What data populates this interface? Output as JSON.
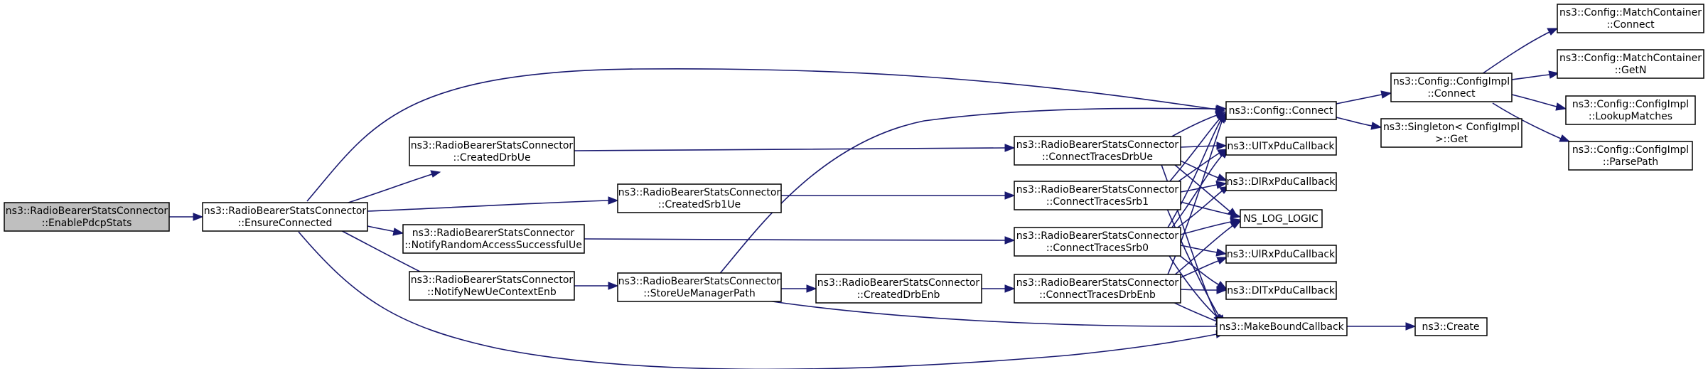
{
  "graph": {
    "nodes": {
      "enable_pdcp_stats": {
        "line1": "ns3::RadioBearerStatsConnector",
        "line2": "::EnablePdcpStats"
      },
      "ensure_connected": {
        "line1": "ns3::RadioBearerStatsConnector",
        "line2": "::EnsureConnected"
      },
      "created_drb_ue": {
        "line1": "ns3::RadioBearerStatsConnector",
        "line2": "::CreatedDrbUe"
      },
      "notify_random_access": {
        "line1": "ns3::RadioBearerStatsConnector",
        "line2": "::NotifyRandomAccessSuccessfulUe"
      },
      "notify_new_ue_context": {
        "line1": "ns3::RadioBearerStatsConnector",
        "line2": "::NotifyNewUeContextEnb"
      },
      "created_srb1_ue": {
        "line1": "ns3::RadioBearerStatsConnector",
        "line2": "::CreatedSrb1Ue"
      },
      "store_ue_manager_path": {
        "line1": "ns3::RadioBearerStatsConnector",
        "line2": "::StoreUeManagerPath"
      },
      "created_drb_enb": {
        "line1": "ns3::RadioBearerStatsConnector",
        "line2": "::CreatedDrbEnb"
      },
      "connect_traces_drb_ue": {
        "line1": "ns3::RadioBearerStatsConnector",
        "line2": "::ConnectTracesDrbUe"
      },
      "connect_traces_srb1": {
        "line1": "ns3::RadioBearerStatsConnector",
        "line2": "::ConnectTracesSrb1"
      },
      "connect_traces_srb0": {
        "line1": "ns3::RadioBearerStatsConnector",
        "line2": "::ConnectTracesSrb0"
      },
      "connect_traces_drb_enb": {
        "line1": "ns3::RadioBearerStatsConnector",
        "line2": "::ConnectTracesDrbEnb"
      },
      "config_connect": {
        "line1": "ns3::Config::Connect"
      },
      "ul_tx_pdu": {
        "line1": "ns3::UlTxPduCallback"
      },
      "dl_rx_pdu": {
        "line1": "ns3::DlRxPduCallback"
      },
      "ns_log_logic": {
        "line1": "NS_LOG_LOGIC"
      },
      "ul_rx_pdu": {
        "line1": "ns3::UlRxPduCallback"
      },
      "dl_tx_pdu": {
        "line1": "ns3::DlTxPduCallback"
      },
      "make_bound_callback": {
        "line1": "ns3::MakeBoundCallback"
      },
      "config_impl_connect": {
        "line1": "ns3::Config::ConfigImpl",
        "line2": "::Connect"
      },
      "singleton_get": {
        "line1": "ns3::Singleton< ConfigImpl",
        "line2": " >::Get"
      },
      "create": {
        "line1": "ns3::Create"
      },
      "match_container_connect": {
        "line1": "ns3::Config::MatchContainer",
        "line2": "::Connect"
      },
      "match_container_getn": {
        "line1": "ns3::Config::MatchContainer",
        "line2": "::GetN"
      },
      "lookup_matches": {
        "line1": "ns3::Config::ConfigImpl",
        "line2": "::LookupMatches"
      },
      "parse_path": {
        "line1": "ns3::Config::ConfigImpl",
        "line2": "::ParsePath"
      }
    }
  },
  "colors": {
    "edge": "#191970",
    "root_fill": "#bfbfbf",
    "node_fill": "#ffffff",
    "node_stroke": "#000000"
  }
}
